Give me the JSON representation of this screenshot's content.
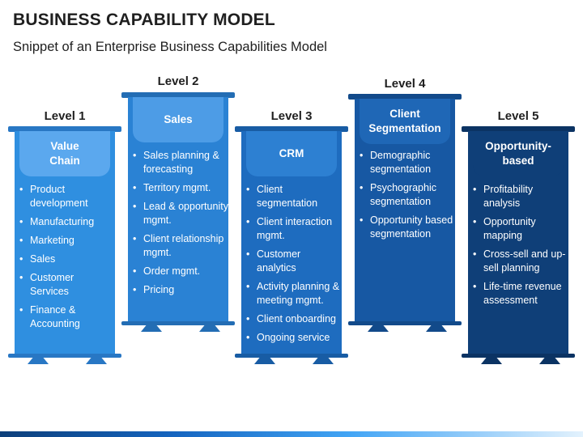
{
  "page": {
    "title": "BUSINESS CAPABILITY MODEL",
    "subtitle": "Snippet of an Enterprise Business Capabilities Model"
  },
  "columns": [
    {
      "level": "Level 1",
      "heading": "Value\nChain",
      "items": [
        "Product development",
        "Manufacturing",
        "Marketing",
        "Sales",
        "Customer Services",
        "Finance & Accounting"
      ],
      "color": "#2f8fe0",
      "cap_color": "#5ba8ee",
      "dark_color": "#2877c4"
    },
    {
      "level": "Level 2",
      "heading": "Sales",
      "items": [
        "Sales planning & forecasting",
        "Territory mgmt.",
        "Lead & opportunity mgmt.",
        "Client relationship mgmt.",
        "Order mgmt.",
        "Pricing"
      ],
      "color": "#2a82d4",
      "cap_color": "#4d9ce6",
      "dark_color": "#236db4"
    },
    {
      "level": "Level 3",
      "heading": "CRM",
      "items": [
        "Client segmentation",
        "Client interaction mgmt.",
        "Customer analytics",
        "Activity planning & meeting mgmt.",
        "Client onboarding",
        "Ongoing service"
      ],
      "color": "#1e6cbf",
      "cap_color": "#2d80d2",
      "dark_color": "#185ca4"
    },
    {
      "level": "Level 4",
      "heading": "Client\nSegmentation",
      "items": [
        "Demographic segmentation",
        "Psychographic segmentation",
        "Opportunity based segmentation"
      ],
      "color": "#1758a3",
      "cap_color": "#1f67b6",
      "dark_color": "#124a8a"
    },
    {
      "level": "Level 5",
      "heading": "Opportunity-\nbased",
      "items": [
        "Profitability analysis",
        "Opportunity mapping",
        "Cross-sell and up-sell planning",
        "Life-time revenue assessment"
      ],
      "color": "#0f3f78",
      "cap_color": "#0f3f78",
      "dark_color": "#0b3363"
    }
  ]
}
